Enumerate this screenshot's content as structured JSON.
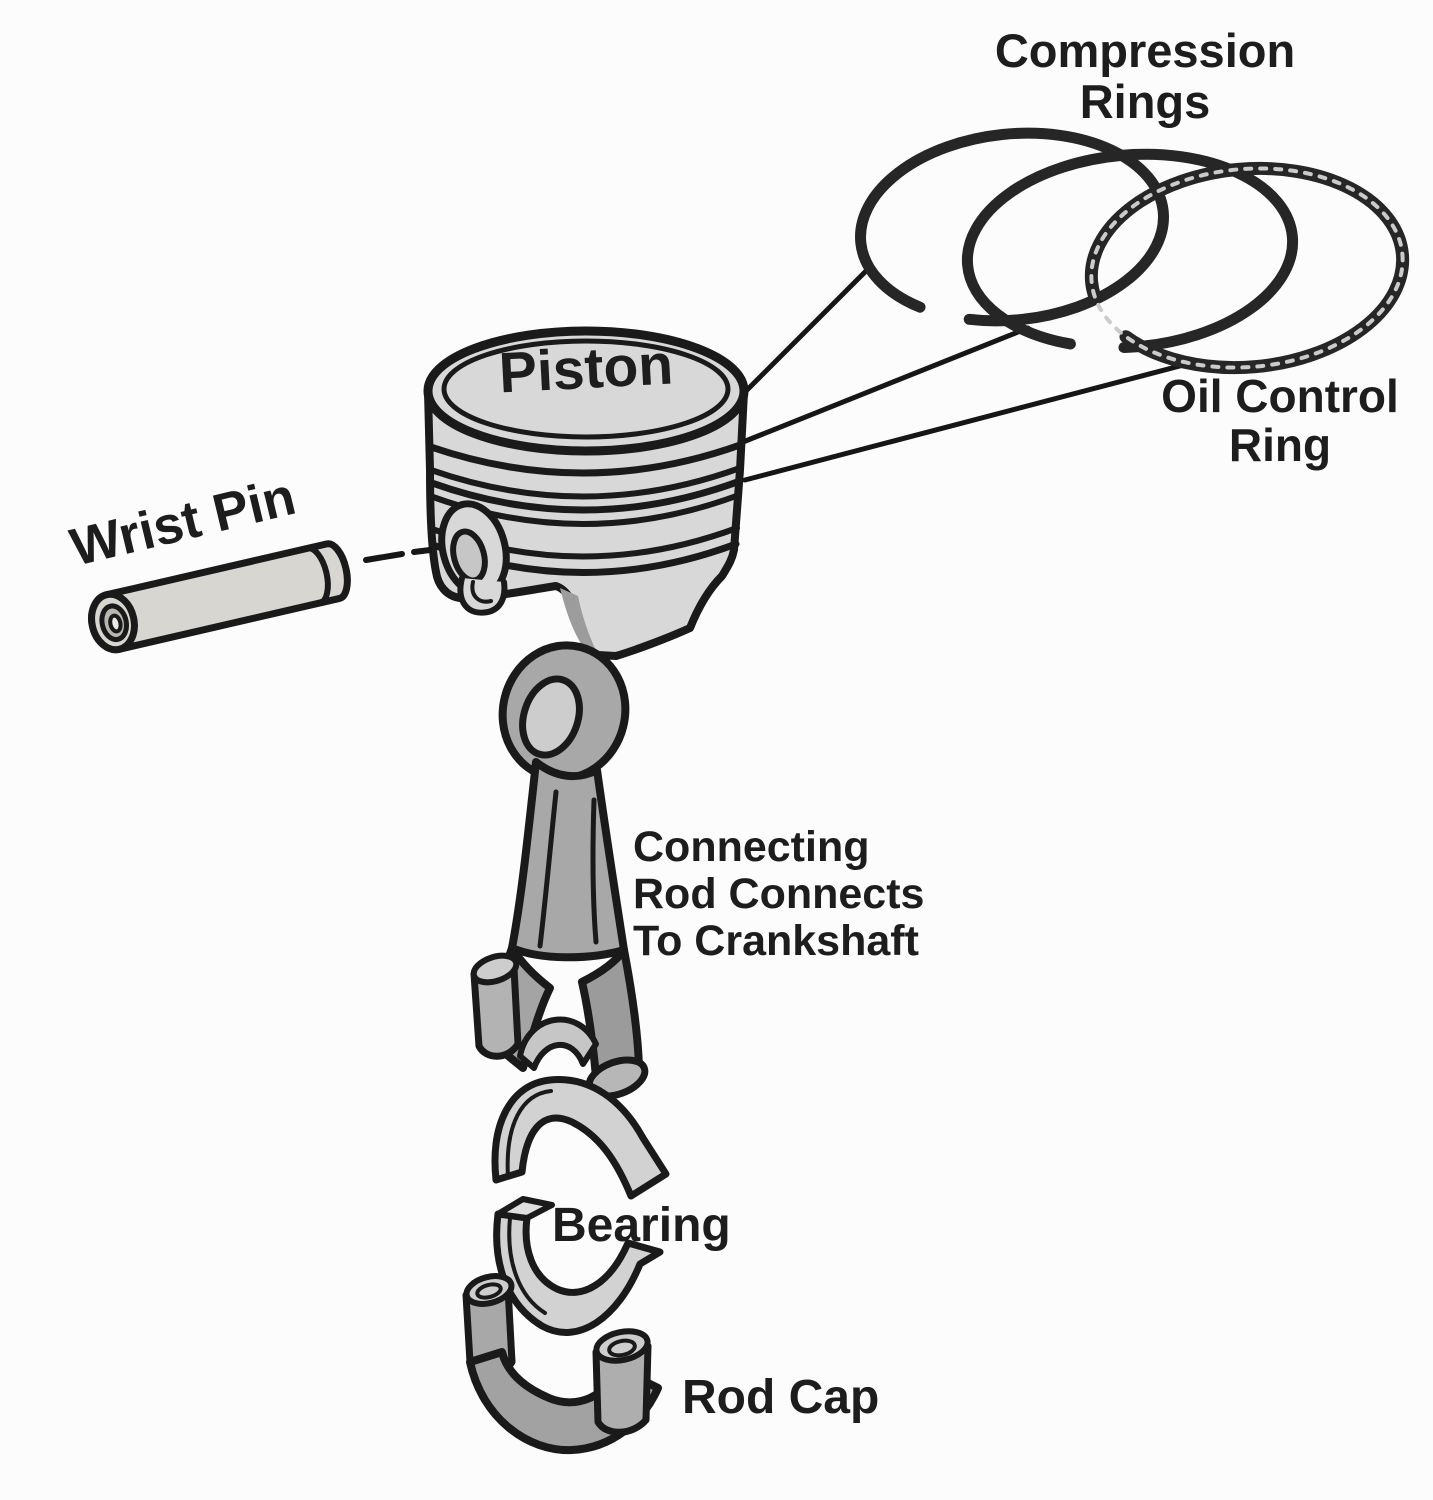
{
  "diagram": {
    "title": "Piston assembly exploded-view diagram",
    "labels": {
      "compression_rings": "Compression\nRings",
      "piston": "Piston",
      "wrist_pin": "Wrist Pin",
      "oil_control_ring": "Oil Control\nRing",
      "connecting_rod": "Connecting\nRod Connects\nTo Crankshaft",
      "bearing": "Bearing",
      "rod_cap": "Rod Cap"
    },
    "parts": [
      {
        "name": "compression-ring-1"
      },
      {
        "name": "compression-ring-2"
      },
      {
        "name": "oil-control-ring"
      },
      {
        "name": "piston"
      },
      {
        "name": "wrist-pin"
      },
      {
        "name": "connecting-rod"
      },
      {
        "name": "bearing-upper-shell"
      },
      {
        "name": "bearing-lower-shell"
      },
      {
        "name": "rod-cap"
      }
    ],
    "colors": {
      "background": "#fcfcfc",
      "ink": "#1d1d1d",
      "outline": "#1a1a1a",
      "ring_stroke": "#262626",
      "ring_texture": "#cbcbcb",
      "piston_fill": "#d8d8d8",
      "piston_shadow": "#9c9c9c",
      "rod_fill": "#a8a8a8",
      "rod_dark": "#9b9b9b",
      "rod_light": "#c6c6c6",
      "boss_fill": "#b3b3b3",
      "boss_top": "#cdcdcd",
      "bearing_fill": "#d2d2d2",
      "bearing_face": "#e0e0e0",
      "rod_cap_fill": "#a2a2a2",
      "wrist_pin_fill": "#d8d6d1",
      "wrist_pin_bore": "#b9b7b2",
      "wrist_pin_hole": "#eceae6",
      "hole_fill": "#cdcdcd"
    }
  }
}
